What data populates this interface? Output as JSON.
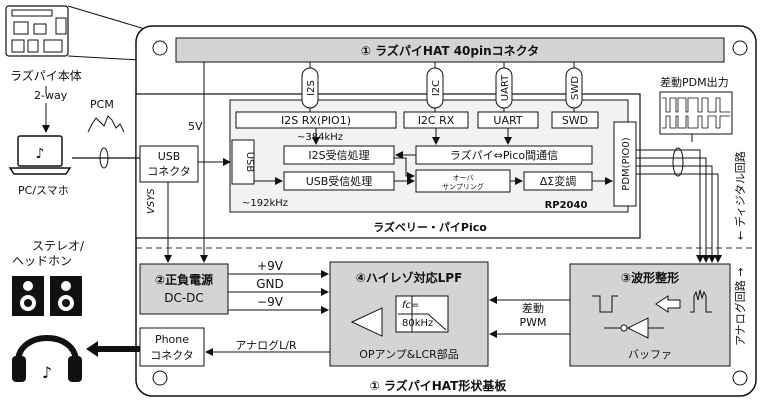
{
  "header": {
    "label": "① ラズパイHAT 40pinコネクタ"
  },
  "vertical_labels": {
    "i2s": "I2S",
    "i2c": "I2C",
    "uart": "UART",
    "swd": "SWD"
  },
  "rp2040": {
    "i2s_rx": "I2S RX(PIO1)",
    "i2c_rx": "I2C RX",
    "uart": "UART",
    "swd": "SWD",
    "freq_384": "~384kHz",
    "i2s_proc": "I2S受信処理",
    "comm": "ラズパイ⇔Pico間通信",
    "usb": "USB",
    "usb_proc": "USB受信処理",
    "oversampling_1": "オーバ",
    "oversampling_2": "サンプリング",
    "delta_sigma": "ΔΣ変調",
    "pdm": "PDM(PIO0)",
    "freq_192": "~192kHz",
    "chip": "RP2040",
    "board": "ラズベリー・パイPico"
  },
  "left": {
    "raspi": "ラズパイ本体",
    "two_way": "2-way",
    "pcm": "PCM",
    "pc": "PC/スマホ",
    "five_v": "5V",
    "usb_conn_1": "USB",
    "usb_conn_2": "コネクタ",
    "vsys": "VSYS",
    "stereo_1": "ステレオ/",
    "stereo_2": "ヘッドホン"
  },
  "power": {
    "title": "②正負電源",
    "sub": "DC-DC",
    "plus9": "+9V",
    "gnd": "GND",
    "minus9": "−9V"
  },
  "lpf": {
    "title": "④ハイレゾ対応LPF",
    "fc": "fc=",
    "fc_val": "80kHz",
    "opamp": "OPアンプ&LCR部品"
  },
  "wave": {
    "title": "③波形整形",
    "buffer": "バッファ"
  },
  "diff_pwm": {
    "line1": "差動",
    "line2": "PWM"
  },
  "phone": {
    "line1": "Phone",
    "line2": "コネクタ",
    "analog": "アナログL/R"
  },
  "pdm_out": "差動PDM出力",
  "digital": "← ディジタル回路",
  "analog": "アナログ回路 →",
  "board_label": "① ラズパイHAT形状基板"
}
